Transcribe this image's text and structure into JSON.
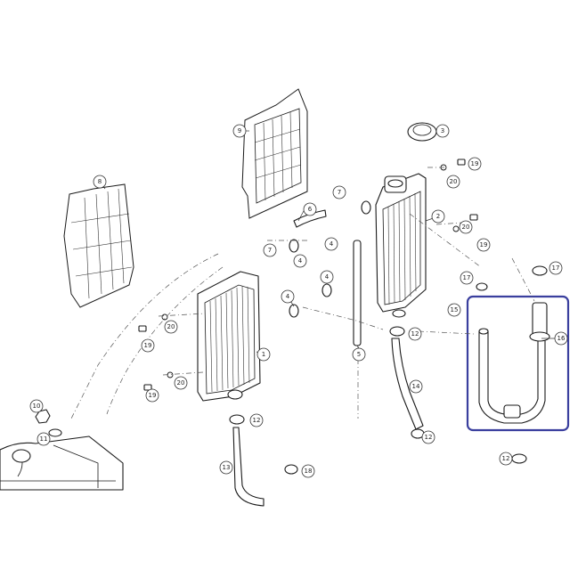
{
  "colors": {
    "line": "#1a1a1a",
    "highlight": "#3a3f9e",
    "background": "#ffffff"
  },
  "callouts": [
    {
      "id": "c1",
      "label": "1"
    },
    {
      "id": "c2",
      "label": "2"
    },
    {
      "id": "c3",
      "label": "3"
    },
    {
      "id": "c4a",
      "label": "4"
    },
    {
      "id": "c4b",
      "label": "4"
    },
    {
      "id": "c4c",
      "label": "4"
    },
    {
      "id": "c4d",
      "label": "4"
    },
    {
      "id": "c5",
      "label": "5"
    },
    {
      "id": "c6",
      "label": "6"
    },
    {
      "id": "c7a",
      "label": "7"
    },
    {
      "id": "c7b",
      "label": "7"
    },
    {
      "id": "c8",
      "label": "8"
    },
    {
      "id": "c9",
      "label": "9"
    },
    {
      "id": "c10",
      "label": "10"
    },
    {
      "id": "c11",
      "label": "11"
    },
    {
      "id": "c12a",
      "label": "12"
    },
    {
      "id": "c12b",
      "label": "12"
    },
    {
      "id": "c12c",
      "label": "12"
    },
    {
      "id": "c12d",
      "label": "12"
    },
    {
      "id": "c13",
      "label": "13"
    },
    {
      "id": "c14",
      "label": "14"
    },
    {
      "id": "c15",
      "label": "15"
    },
    {
      "id": "c16",
      "label": "16"
    },
    {
      "id": "c17a",
      "label": "17"
    },
    {
      "id": "c17b",
      "label": "17"
    },
    {
      "id": "c18",
      "label": "18"
    },
    {
      "id": "c19a",
      "label": "19"
    },
    {
      "id": "c19b",
      "label": "19"
    },
    {
      "id": "c19c",
      "label": "19"
    },
    {
      "id": "c19d",
      "label": "19"
    },
    {
      "id": "c20a",
      "label": "20"
    },
    {
      "id": "c20b",
      "label": "20"
    },
    {
      "id": "c20c",
      "label": "20"
    },
    {
      "id": "c20d",
      "label": "20"
    }
  ]
}
